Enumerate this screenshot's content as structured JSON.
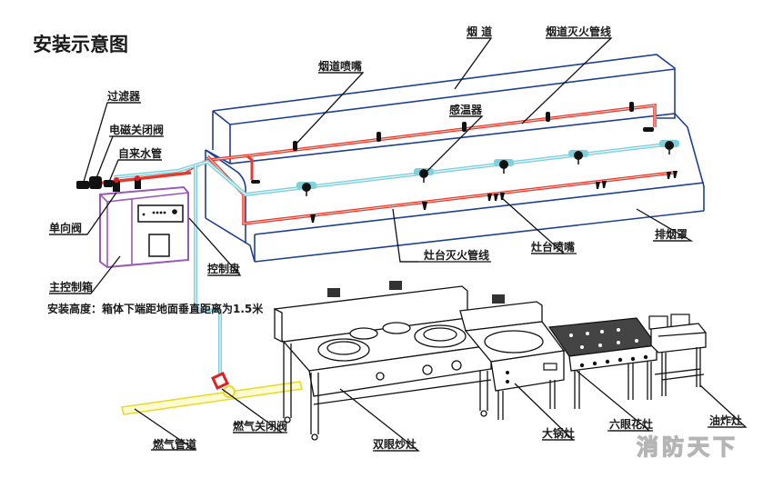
{
  "title": "安装示意图",
  "labels": {
    "filter": "过滤器",
    "solenoid_valve": "电磁关闭阀",
    "water_pipe": "自来水管",
    "check_valve": "单向阀",
    "main_control_box": "主控制箱",
    "install_note": "安装高度：箱体下端距地面垂直距离为1.5米",
    "control_panel": "控制盘",
    "flue_nozzle": "烟道喷嘴",
    "flue": "烟 道",
    "flue_fire_pipe": "烟道灭火管线",
    "heat_sensor": "感温器",
    "stove_fire_pipe": "灶台灭火管线",
    "stove_nozzle": "灶台喷嘴",
    "exhaust_hood": "排烟罩",
    "gas_shutoff_valve": "燃气关闭阀",
    "gas_pipe": "燃气管道",
    "double_wok_stove": "双眼炒灶",
    "big_wok_stove": "大锅灶",
    "six_burner_stove": "六眼花灶",
    "deep_fryer": "油炸灶"
  },
  "watermark": "消防天下",
  "colors": {
    "hood_outline": "#1f3f94",
    "fire_pipe": "#e8392b",
    "sensor_pipe": "#7fd0dc",
    "control_box": "#9b59b6",
    "gas_pipe": "#f2e84a",
    "gas_valve": "#e02020"
  }
}
